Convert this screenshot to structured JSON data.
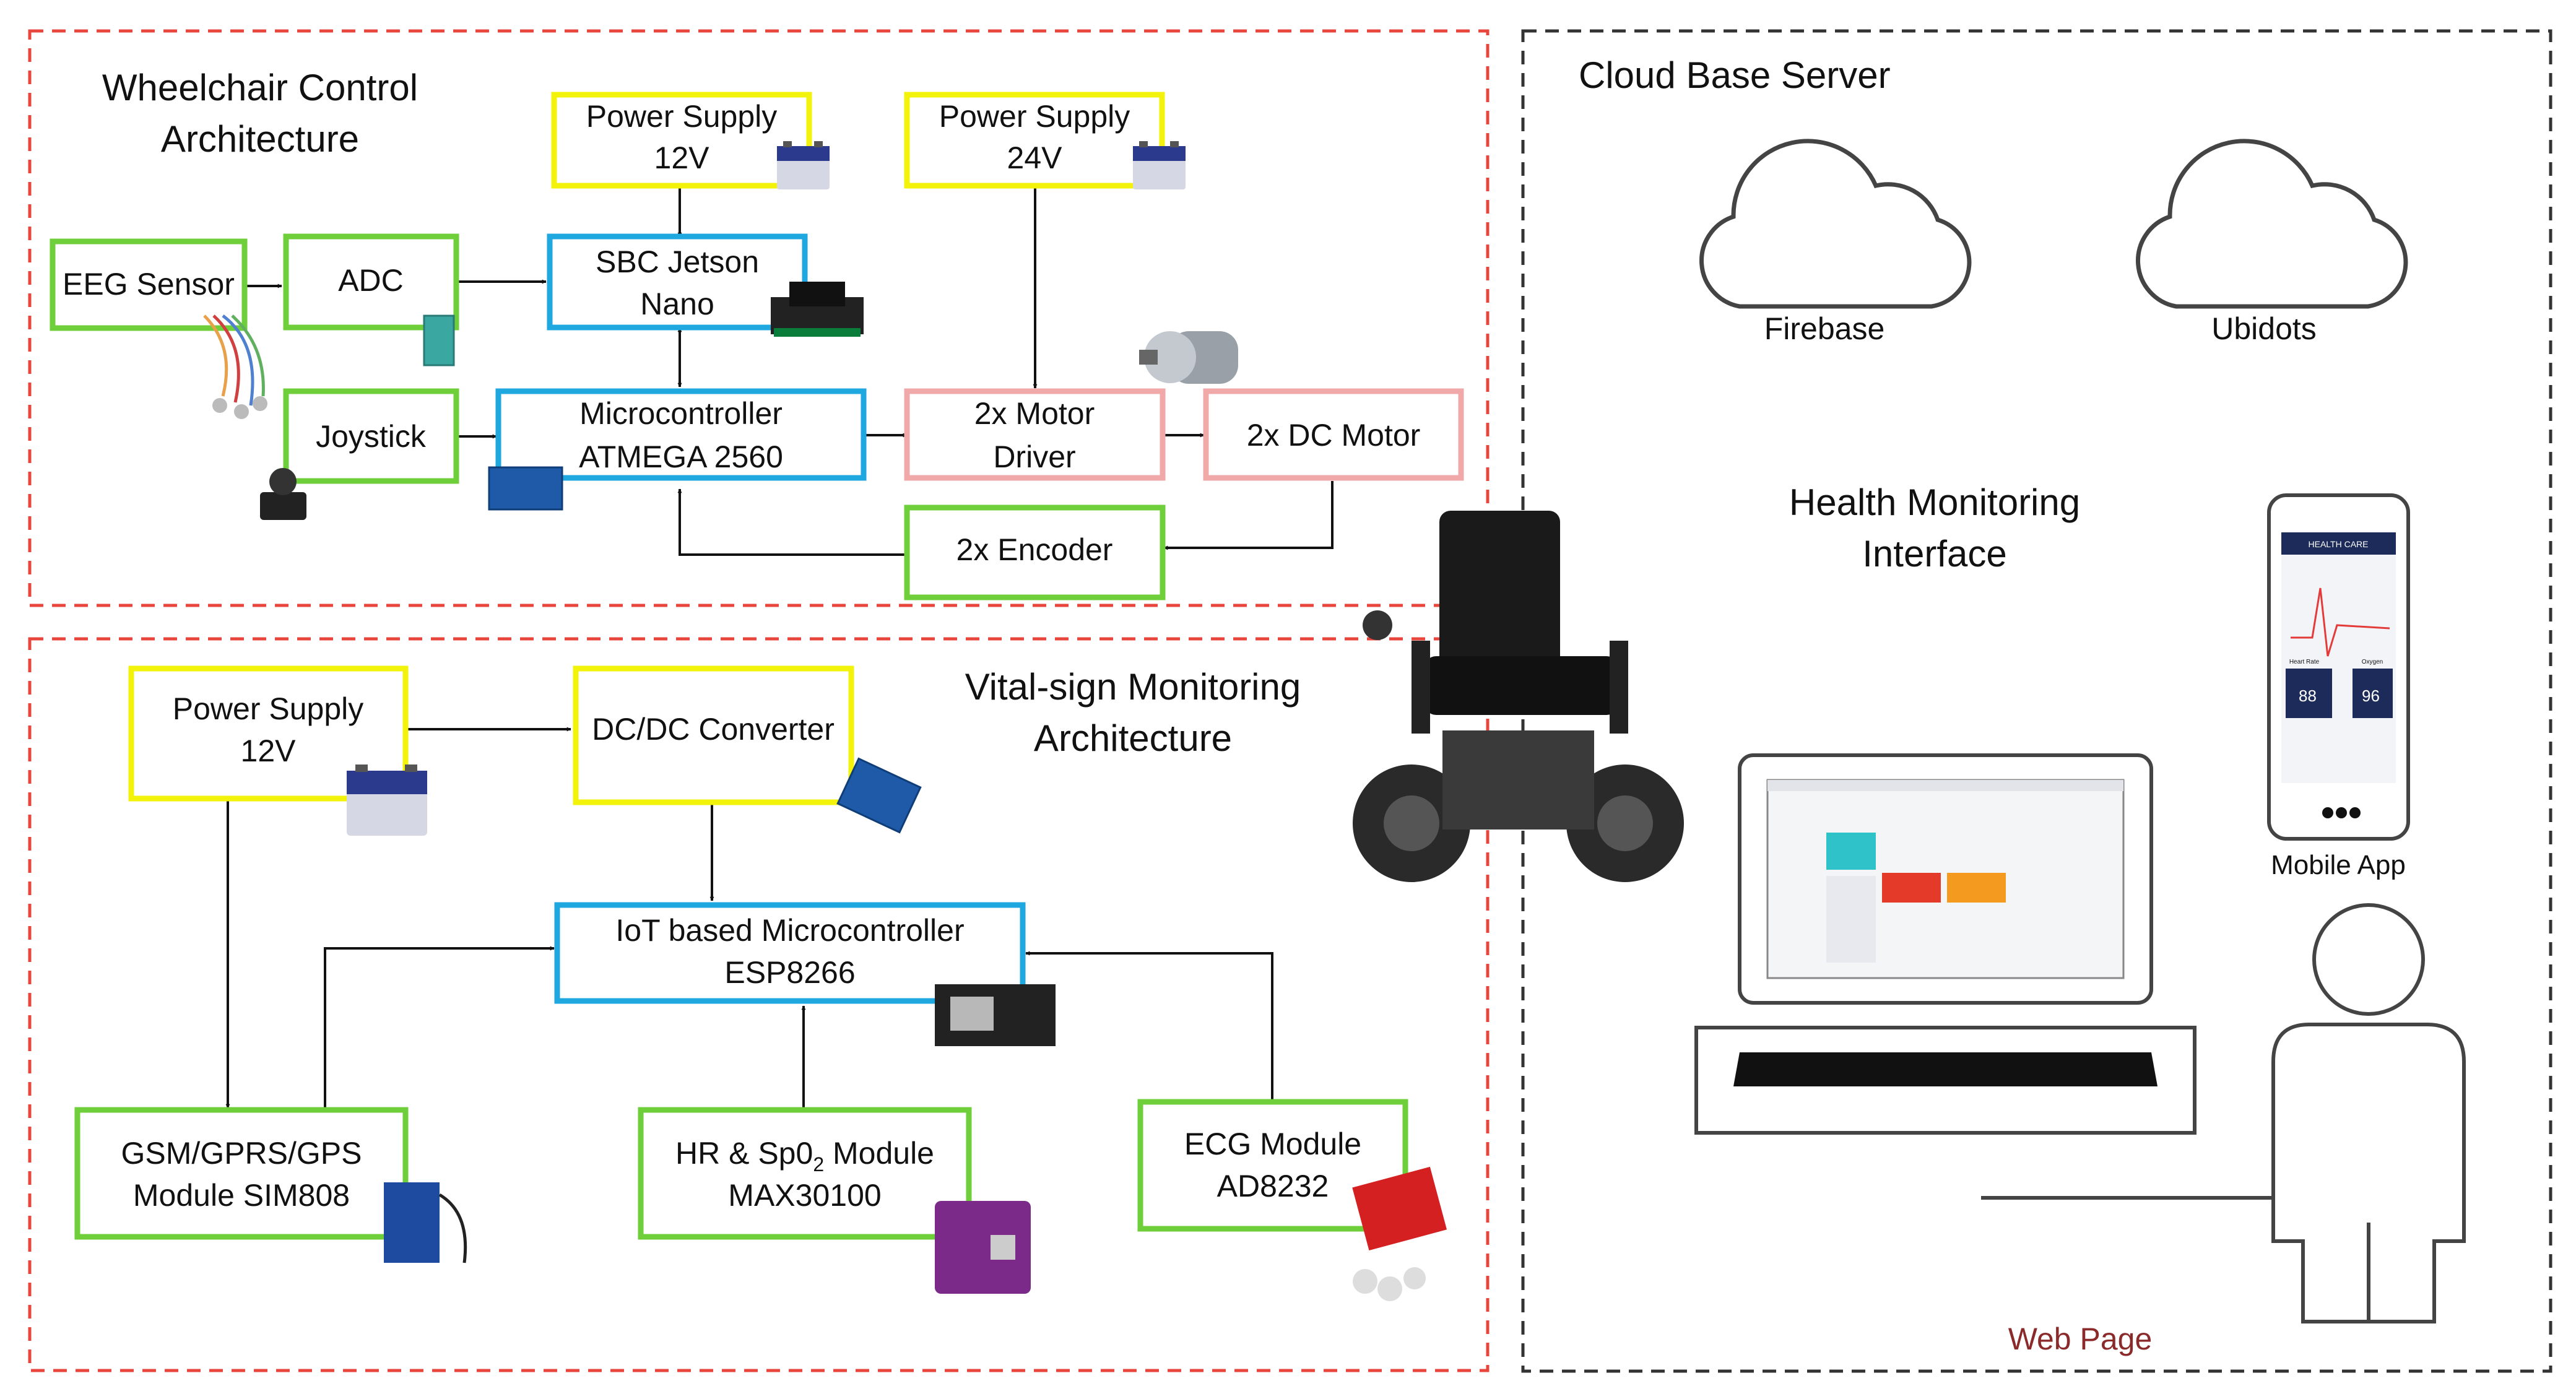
{
  "sections": {
    "wheelchair_title": [
      "Wheelchair Control",
      "Architecture"
    ],
    "vital_title": [
      "Vital-sign Monitoring",
      "Architecture"
    ],
    "cloud_title": "Cloud Base Server",
    "health_title": [
      "Health Monitoring",
      "Interface"
    ]
  },
  "wheelchair": {
    "power12": [
      "Power Supply",
      "12V"
    ],
    "power24": [
      "Power Supply",
      "24V"
    ],
    "eeg": "EEG Sensor",
    "adc": "ADC",
    "sbc": [
      "SBC Jetson",
      "Nano"
    ],
    "joystick": "Joystick",
    "mcu": [
      "Microcontroller",
      "ATMEGA 2560"
    ],
    "driver": [
      "2x Motor",
      "Driver"
    ],
    "dcmotor": "2x DC Motor",
    "encoder": "2x Encoder"
  },
  "vital": {
    "power12": [
      "Power Supply",
      "12V"
    ],
    "dcdc": "DC/DC Converter",
    "esp": [
      "IoT based Microcontroller",
      "ESP8266"
    ],
    "gsm": [
      "GSM/GPRS/GPS",
      "Module SIM808"
    ],
    "hr": [
      "HR & Sp0",
      "2",
      " Module",
      "MAX30100"
    ],
    "ecg": [
      "ECG Module",
      "AD8232"
    ]
  },
  "cloud": {
    "firebase": "Firebase",
    "ubidots": "Ubidots"
  },
  "interface": {
    "mobile_app": "Mobile App",
    "web_page": "Web Page",
    "phone_screen": {
      "header": "HEALTH CARE",
      "col1": "Heart Rate",
      "col2": "Oxygen",
      "val1": "88",
      "val2": "96"
    }
  },
  "colors": {
    "power": "#f2f20a",
    "sensor": "#6fcf3a",
    "controller": "#1fa7e0",
    "motor": "#f0a8a8",
    "section_red": "#e8453c",
    "section_dark": "#333333",
    "web_page_label": "#8b2a2a"
  }
}
